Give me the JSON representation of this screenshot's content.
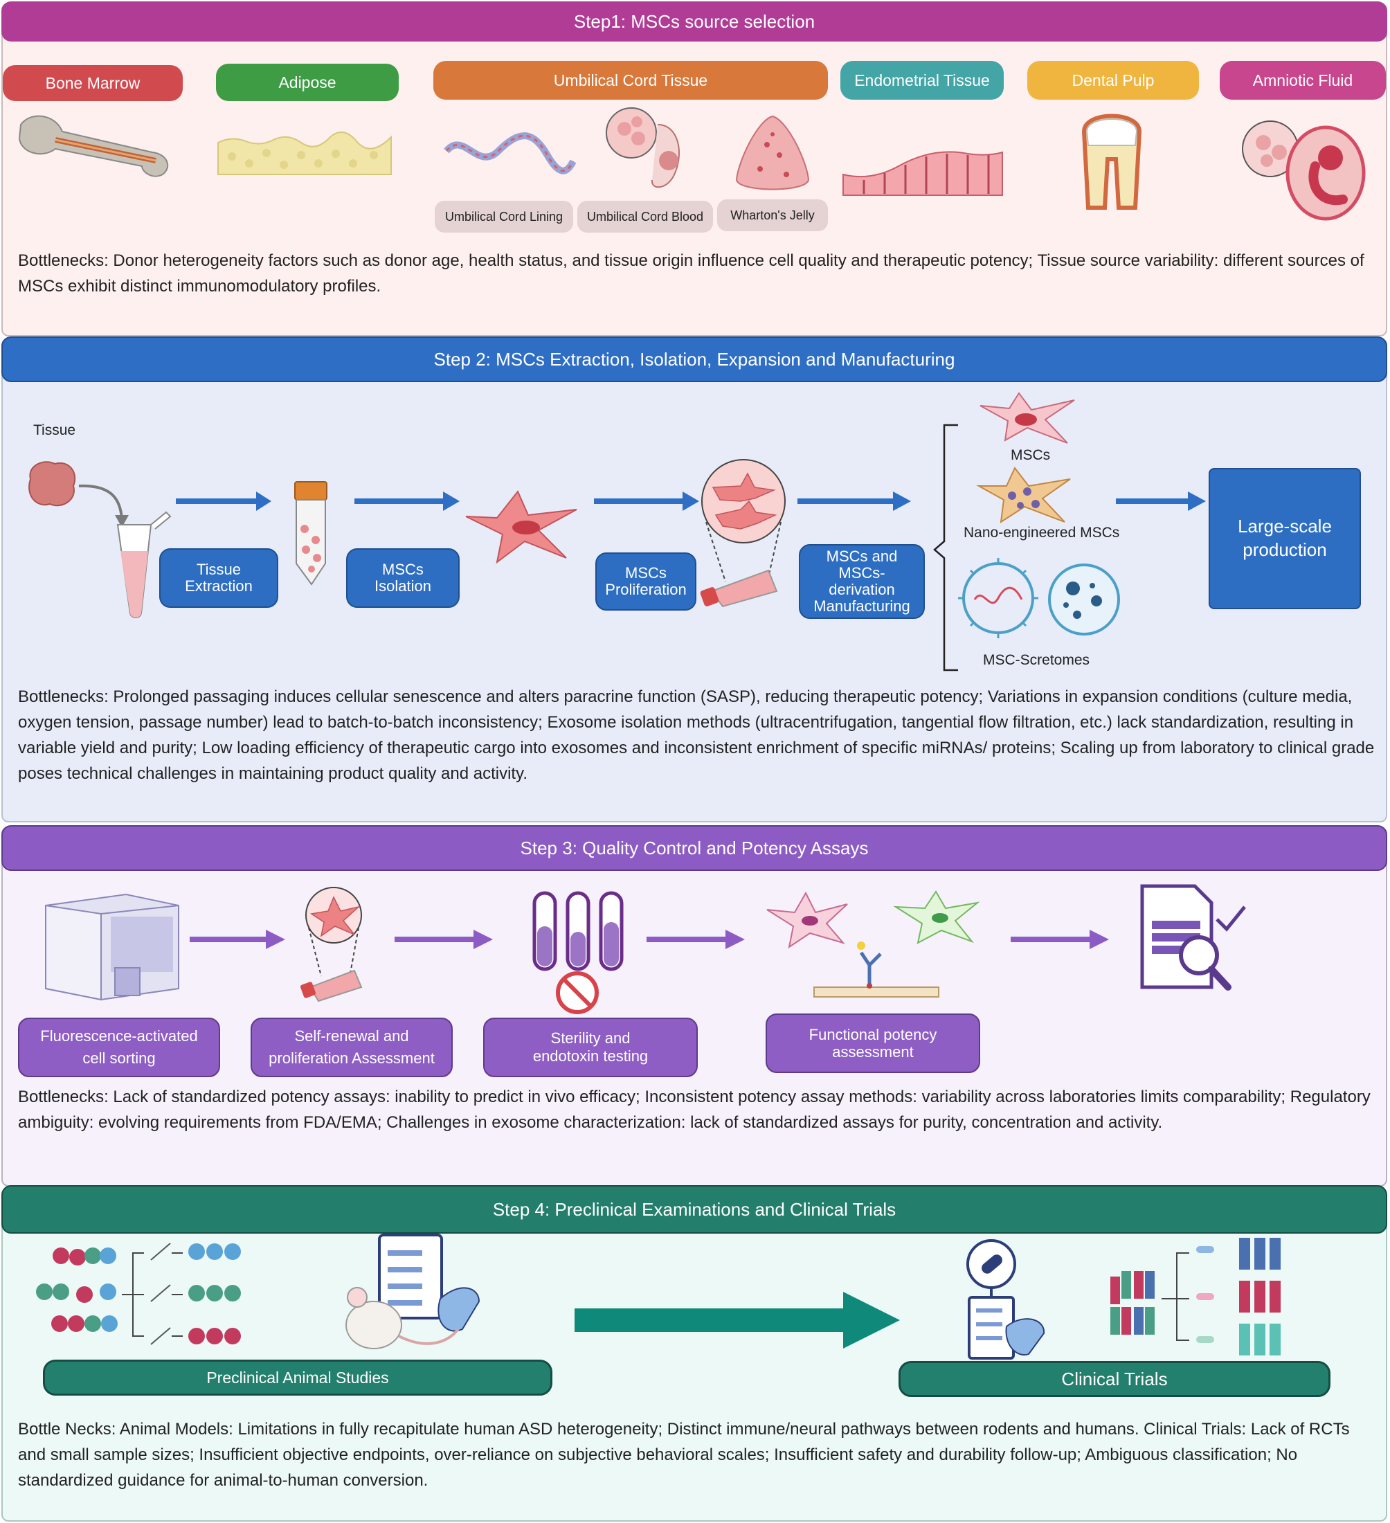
{
  "step1": {
    "header": "Step1: MSCs source selection",
    "sources": [
      "Bone Marrow",
      "Adipose",
      "Umbilical Cord Tissue",
      "Endometrial Tissue",
      "Dental Pulp",
      "Amniotic Fluid"
    ],
    "umbilical_sub": [
      "Umbilical Cord Lining",
      "Umbilical Cord Blood",
      "Wharton's Jelly"
    ],
    "bottlenecks": "Bottlenecks:   Donor heterogeneity factors such as donor age, health status, and tissue origin influence cell quality and therapeutic potency;   Tissue source variability: different sources of MSCs exhibit distinct immunomodulatory profiles.",
    "colors": {
      "header": "#b03c96",
      "panel": "#fdf0ef"
    }
  },
  "step2": {
    "header": "Step 2: MSCs Extraction, Isolation, Expansion and Manufacturing",
    "tissue_label": "Tissue",
    "boxes": [
      "Tissue\nExtraction",
      "MSCs\nIsolation",
      "MSCs\nProliferation",
      "MSCs and\nMSCs-\nderivation\nManufacturing"
    ],
    "products": [
      "MSCs",
      "Nano-engineered MSCs",
      "MSC-Scretomes"
    ],
    "final": "Large-scale\nproduction",
    "bottlenecks": "Bottlenecks:   Prolonged passaging induces cellular senescence and alters paracrine function (SASP), reducing therapeutic potency;   Variations in expansion conditions (culture media, oxygen tension, passage number) lead to batch-to-batch inconsistency;   Exosome isolation methods (ultracentrifugation, tangential flow filtration, etc.) lack standardization, resulting in variable yield and purity;  Low loading efficiency of therapeutic cargo into exosomes and inconsistent enrichment of specific miRNAs/ proteins;   Scaling up from laboratory to clinical grade poses technical challenges in maintaining product quality and activity.",
    "colors": {
      "header": "#2e6ec4",
      "panel": "#e7ecf8"
    }
  },
  "step3": {
    "header": "Step 3: Quality Control and Potency Assays",
    "boxes": [
      "Fluorescence-activated\ncell sorting",
      "Self-renewal and\nproliferation Assessment",
      "Sterility and\nendotoxin testing",
      "Functional potency\nassessment"
    ],
    "bottlenecks": "Bottlenecks: Lack of standardized potency assays: inability to predict in vivo efficacy;   Inconsistent potency assay methods: variability across laboratories limits comparability;   Regulatory ambiguity: evolving requirements from FDA/EMA;   Challenges in exosome characterization: lack of standardized assays for purity, concentration and activity.",
    "colors": {
      "header": "#8c5cc4",
      "panel": "#f6f1fb"
    }
  },
  "step4": {
    "header": "Step 4: Preclinical Examinations and Clinical Trials",
    "preclinical": "Preclinical Animal Studies",
    "clinical": "Clinical Trials",
    "bottlenecks": "Bottle Necks: Animal Models:  Limitations in fully recapitulate human ASD heterogeneity; Distinct immune/neural pathways between rodents and humans.  Clinical Trials: Lack of RCTs and small sample sizes; Insufficient objective endpoints, over-reliance on subjective behavioral scales;  Insufficient safety and durability follow-up;  Ambiguous classification; No standardized guidance for animal-to-human conversion.",
    "colors": {
      "header": "#237e6c",
      "panel": "#ecf9f6"
    }
  }
}
